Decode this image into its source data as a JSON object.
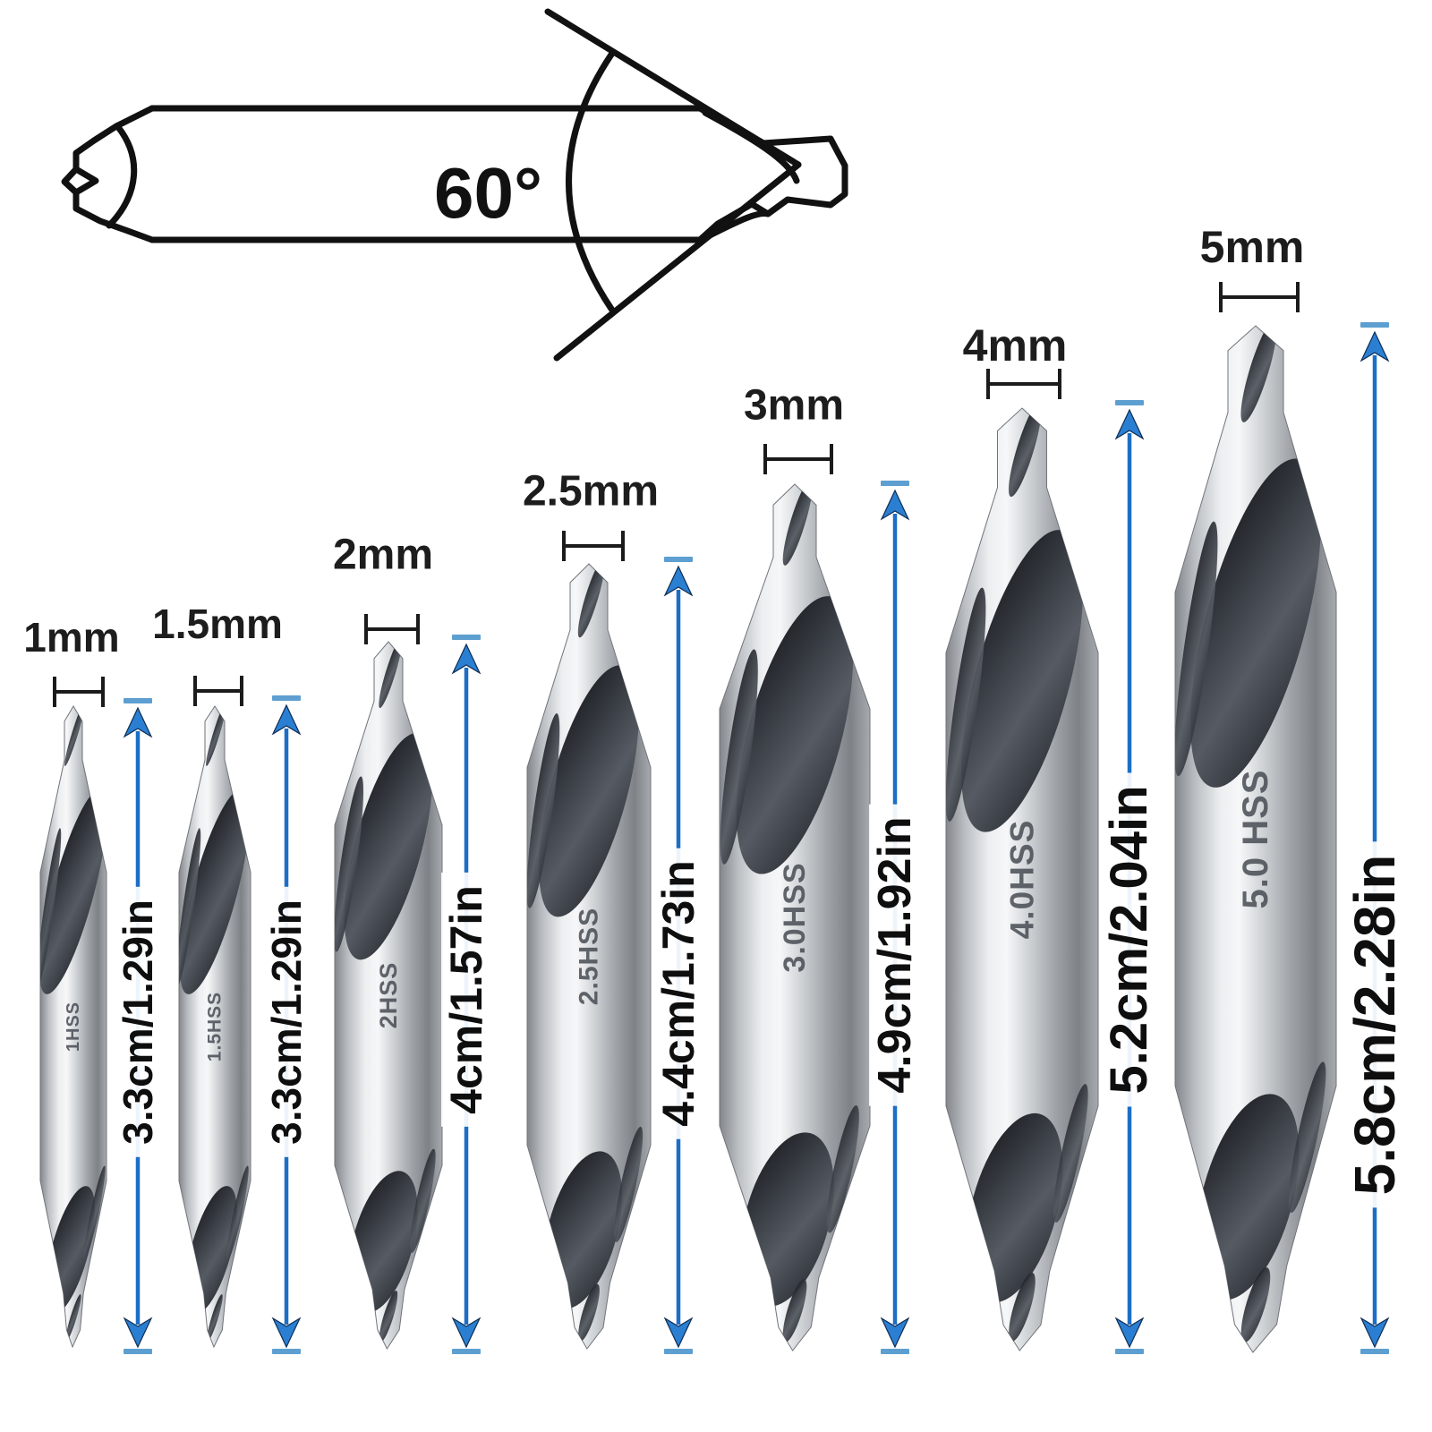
{
  "diagram": {
    "angle_label": "60°"
  },
  "drills": [
    {
      "size": "1mm",
      "shank_mark": "1HSS",
      "length": "3.3cm/1.29in"
    },
    {
      "size": "1.5mm",
      "shank_mark": "1.5HSS",
      "length": "3.3cm/1.29in"
    },
    {
      "size": "2mm",
      "shank_mark": "2HSS",
      "length": "4cm/1.57in"
    },
    {
      "size": "2.5mm",
      "shank_mark": "2.5HSS",
      "length": "4.4cm/1.73in"
    },
    {
      "size": "3mm",
      "shank_mark": "3.0HSS",
      "length": "4.9cm/1.92in"
    },
    {
      "size": "4mm",
      "shank_mark": "4.0HSS",
      "length": "5.2cm/2.04in"
    },
    {
      "size": "5mm",
      "shank_mark": "5.0 HSS",
      "length": "5.8cm/2.28in"
    }
  ],
  "colors": {
    "arrow_line": "#1c6ec6",
    "arrow_head": "#2b7fd2",
    "arrow_head_edge": "#0e2d52",
    "dash": "#5d9fd0",
    "label_text": "#1d1d1d",
    "drawing_ink": "#111111"
  }
}
